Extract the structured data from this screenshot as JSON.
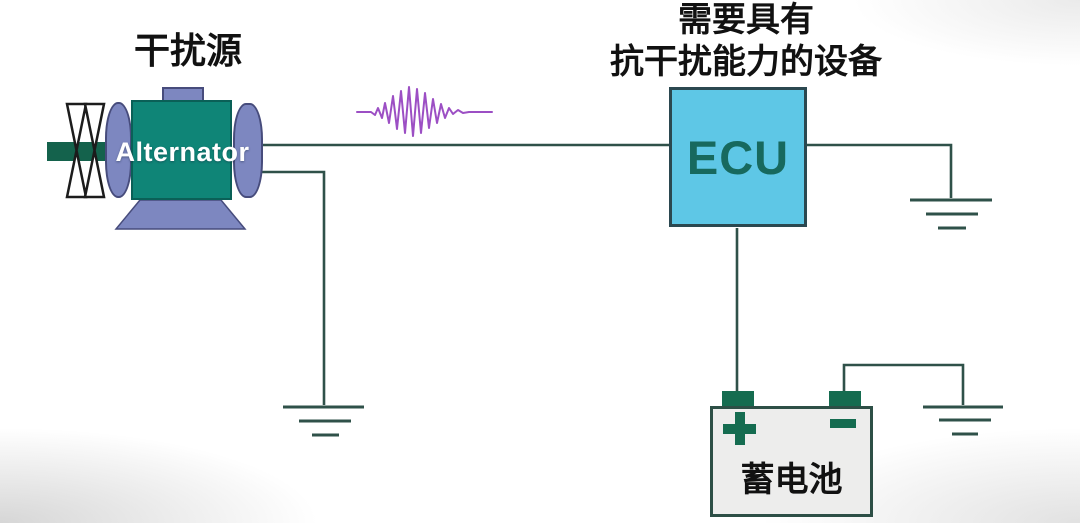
{
  "titles": {
    "source": "干扰源",
    "device_line1": "需要具有",
    "device_line2": "抗干扰能力的设备"
  },
  "alternator": {
    "label": "Alternator"
  },
  "ecu": {
    "label": "ECU"
  },
  "battery": {
    "label": "蓄电池"
  },
  "icons": {
    "pulley": "belt-pulley",
    "interference_waveform": "emi-burst-wave",
    "ground_alternator": "earth-ground",
    "ground_ecu": "earth-ground",
    "ground_battery": "earth-ground",
    "battery_positive": "plus",
    "battery_negative": "minus"
  },
  "colors": {
    "motor-teal": "#0f8577",
    "motor-slate": "#7d87c0",
    "shaft-green": "#14624c",
    "ecu-fill": "#5ec7e6",
    "ecu-text": "#17695e",
    "wire": "#2f5149",
    "waveform": "#9c4fc4",
    "battery-fill": "#ededec",
    "battery-border": "#2d4f46",
    "terminal-green": "#156c50",
    "text": "#111111"
  }
}
